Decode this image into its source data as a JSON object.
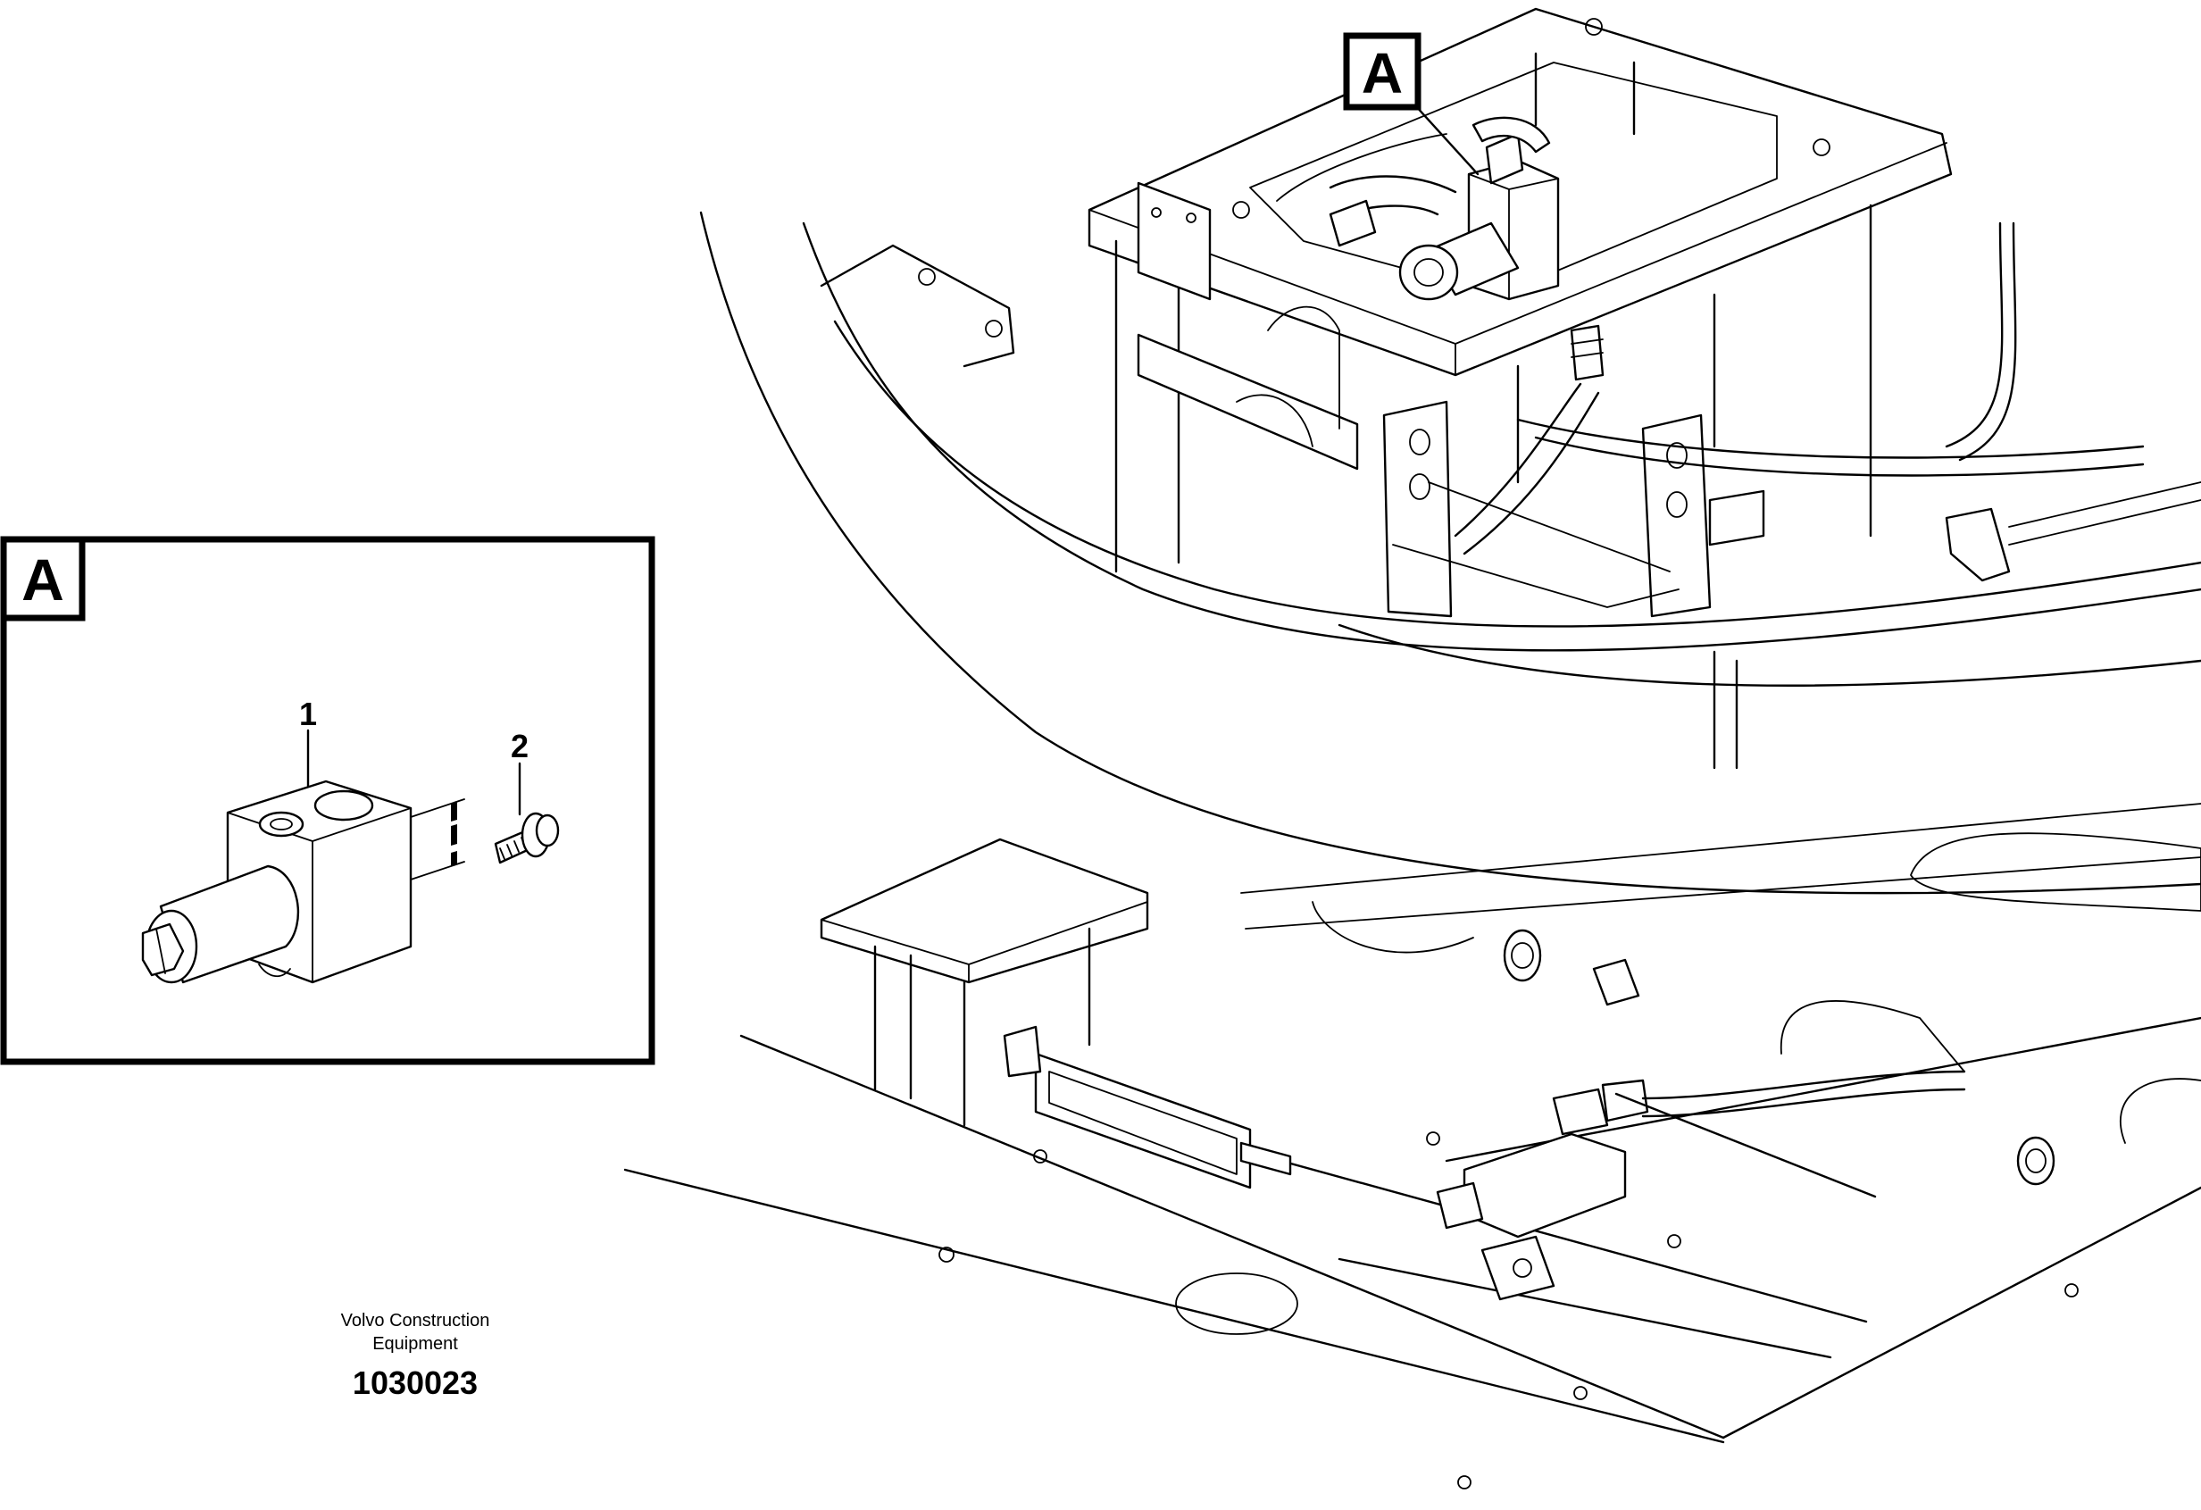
{
  "callouts": {
    "main_view_label": "A",
    "detail_view_label": "A"
  },
  "parts": [
    {
      "number": "1"
    },
    {
      "number": "2"
    }
  ],
  "footer": {
    "company_line_1": "Volvo Construction",
    "company_line_2": "Equipment",
    "part_number": "1030023"
  }
}
